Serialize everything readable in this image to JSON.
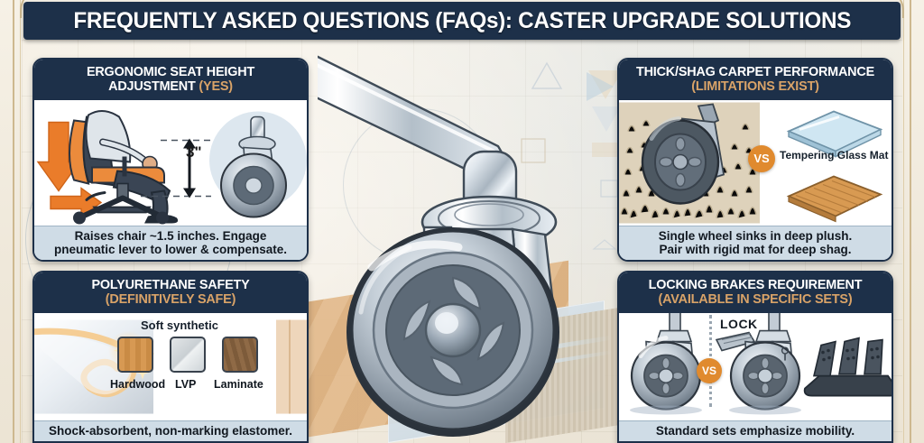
{
  "header": {
    "title": "FREQUENTLY ASKED QUESTIONS (FAQs): CASTER UPGRADE SOLUTIONS",
    "bar_color": "#1d3049",
    "text_color": "#ffffff"
  },
  "theme": {
    "navy": "#1d3049",
    "accent_orange": "#d9a368",
    "vs_orange": "#e08a2e",
    "caption_bg": "#cfdce6",
    "paper": "#f2ece0",
    "frame": "#cdb88f"
  },
  "panels": [
    {
      "id": "ergonomic-seat-height",
      "title_line1": "ERGONOMIC SEAT HEIGHT",
      "title_line2": "ADJUSTMENT",
      "title_highlight": "(YES)",
      "caption_line1": "Raises chair ~1.5 inches. Engage",
      "caption_line2": "pneumatic lever to lower & compensate.",
      "measurement": "3\"",
      "figure_alt": "office-chair-side-view-with-height-arrows"
    },
    {
      "id": "polyurethane-safety",
      "title_line1": "POLYURETHANE SAFETY",
      "title_line2": "",
      "title_highlight": "(DEFINITIVELY SAFE)",
      "caption_line1": "Shock-absorbent, non-marking elastomer.",
      "caption_line2": "",
      "material_label": "Soft synthetic",
      "floor_swatches": [
        {
          "label": "Hardwood",
          "swatch": "sw-hardwood"
        },
        {
          "label": "LVP",
          "swatch": "sw-lvp"
        },
        {
          "label": "Laminate",
          "swatch": "sw-laminate"
        }
      ],
      "figure_alt": "rolled-polyurethane-sheet-with-sparkle"
    },
    {
      "id": "thick-shag-carpet-performance",
      "title_line1": "THICK/SHAG CARPET PERFORMANCE",
      "title_line2": "",
      "title_highlight": "(LIMITATIONS EXIST)",
      "caption_line1": "Single wheel sinks in deep plush.",
      "caption_line2": "Pair with rigid mat for deep shag.",
      "vs_label": "VS",
      "mat_label": "Tempering Glass Mat",
      "figure_alt": "caster-sinking-in-shag-carpet-vs-glass-and-bamboo-mat"
    },
    {
      "id": "locking-brakes-requirement",
      "title_line1": "LOCKING BRAKES REQUIREMENT",
      "title_line2": "",
      "title_highlight": "(AVAILABLE IN SPECIFIC SETS)",
      "caption_line1": "Standard sets emphasize mobility.",
      "caption_line2": "",
      "vs_label": "VS",
      "lock_label": "LOCK",
      "figure_alt": "plain-caster-vs-locking-caster-and-brake-pedal-set"
    }
  ],
  "hero": {
    "alt": "large-chrome-swivel-caster-rolling-across-hardwood-tile-and-carpet"
  }
}
